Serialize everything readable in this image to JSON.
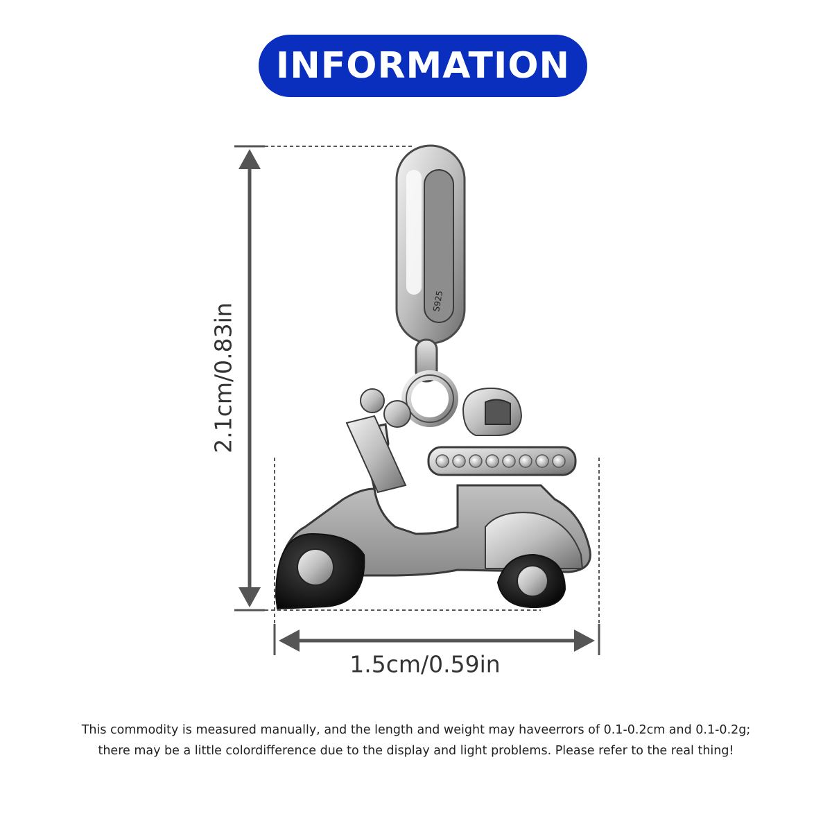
{
  "banner": {
    "title": "INFORMATION",
    "color": "#0a2fbf"
  },
  "dimensions": {
    "height_label": "2.1cm/0.83in",
    "width_label": "1.5cm/0.59in",
    "line_color": "#555555"
  },
  "product": {
    "icon": "scooter-charm-icon",
    "stamp": "S925",
    "metal_color": "#c9c9c9",
    "tire_color": "#111111"
  },
  "disclaimer": {
    "line1": "This commodity is measured manually, and the length and weight may haveerrors of 0.1-0.2cm and 0.1-0.2g;",
    "line2": "there may be a little colordifference due to the display and light problems. Please refer to the real thing!"
  }
}
